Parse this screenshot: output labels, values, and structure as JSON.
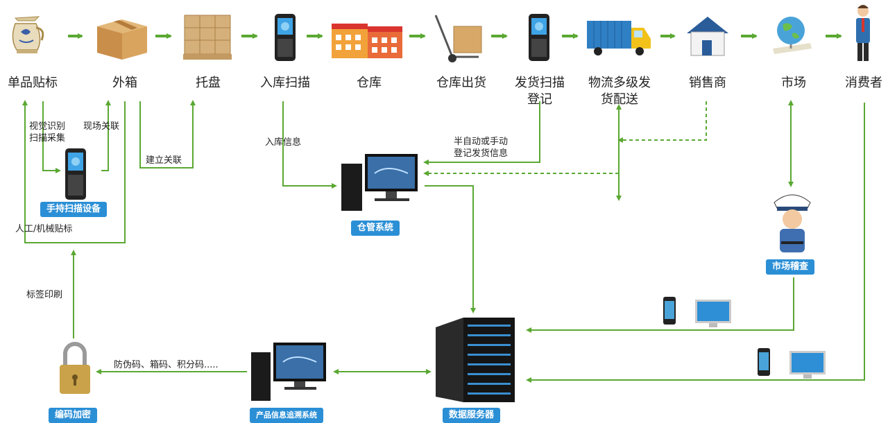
{
  "chain": [
    {
      "id": "single-label",
      "label": "单品贴标"
    },
    {
      "id": "outer-box",
      "label": "外箱"
    },
    {
      "id": "pallet",
      "label": "托盘"
    },
    {
      "id": "inbound-scan",
      "label": "入库扫描"
    },
    {
      "id": "warehouse",
      "label": "仓库"
    },
    {
      "id": "warehouse-out",
      "label": "仓库出货"
    },
    {
      "id": "ship-scan",
      "label": "发货扫描\n登记"
    },
    {
      "id": "logistics",
      "label": "物流多级发\n货配送"
    },
    {
      "id": "dealer",
      "label": "销售商"
    },
    {
      "id": "market",
      "label": "市场"
    },
    {
      "id": "consumer",
      "label": "消费者"
    }
  ],
  "notes": {
    "visual_scan": "视觉识别\n扫描采集",
    "site_link": "现场关联",
    "build_link": "建立关联",
    "inbound_info": "入库信息",
    "ship_info": "半自动或手动\n登记发货信息",
    "manual_label": "人工/机械贴标",
    "label_print": "标签印刷",
    "codes": "防伪码、箱码、积分码....."
  },
  "badges": {
    "handheld": "手持扫描设备",
    "wms": "仓管系统",
    "inspection": "市场稽查",
    "encrypt": "编码加密",
    "trace": "产品信息追溯系统",
    "server": "数据服务器"
  },
  "colors": {
    "arrow": "#5aa832",
    "badge": "#2b8fd6"
  }
}
